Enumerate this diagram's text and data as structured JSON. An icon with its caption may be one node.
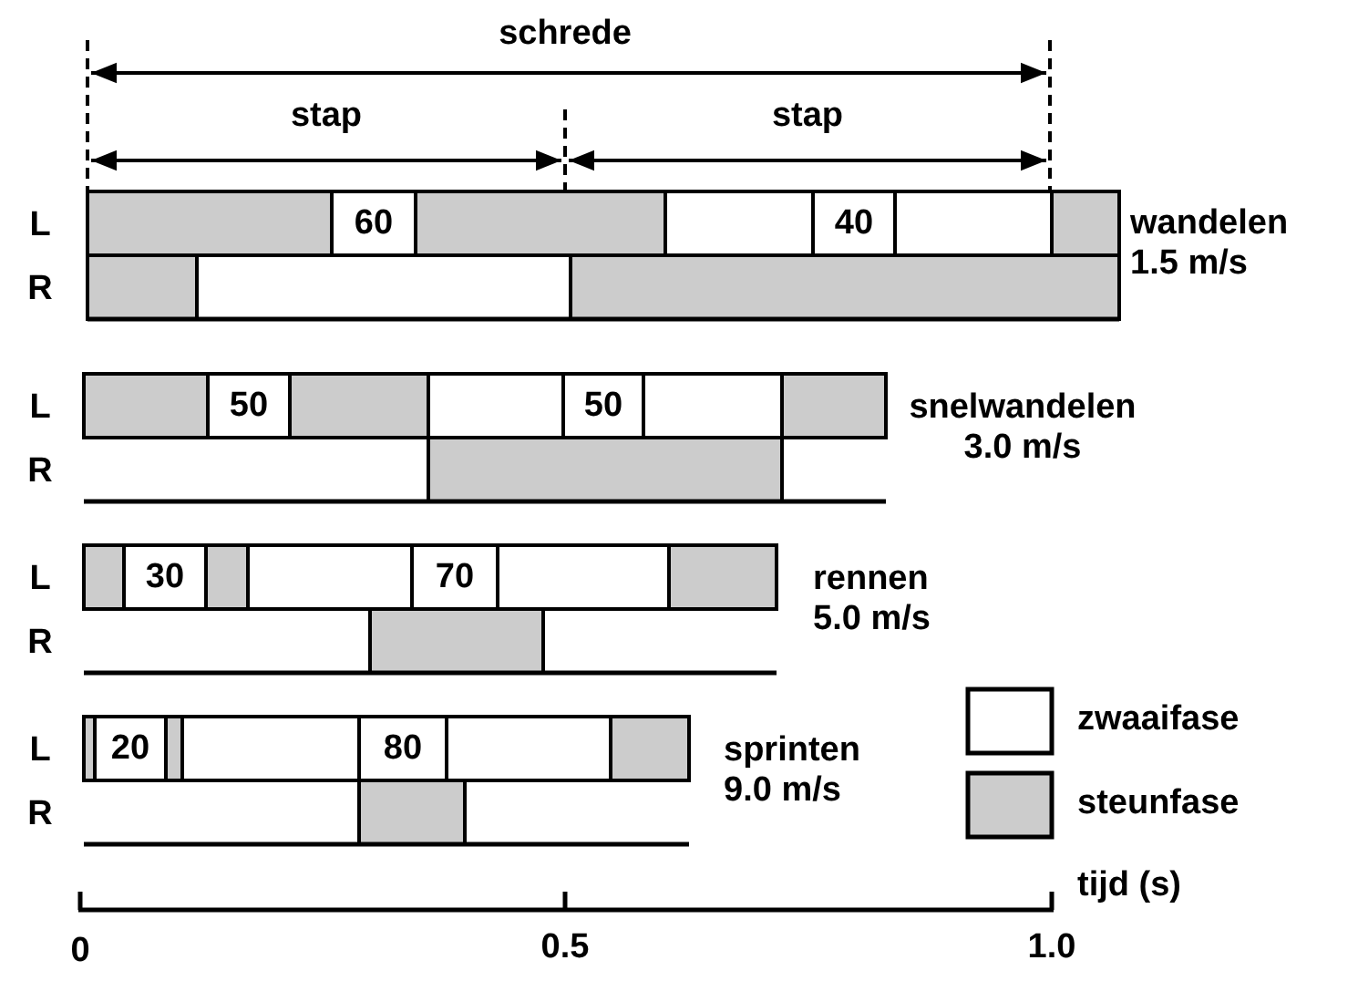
{
  "diagram": {
    "labels": [
      "schrede",
      "stap",
      "stap",
      "L",
      "60",
      "40",
      "wandelen 1.5 m/s",
      "R",
      "L",
      "50",
      "50",
      "snelwandelen 3.0 m/s",
      "R",
      "L",
      "30",
      "70",
      "rennen 5.0 m/s",
      "R",
      "L",
      "20",
      "80",
      "sprinten 9.0 m/s",
      "R",
      "tijd (s)",
      "0",
      "0.5",
      "1.0"
    ],
    "legend": [
      {
        "text": "zwaaifase",
        "color": "#ffffff"
      },
      {
        "text": "steunfase",
        "color": "#cccccc"
      }
    ]
  }
}
